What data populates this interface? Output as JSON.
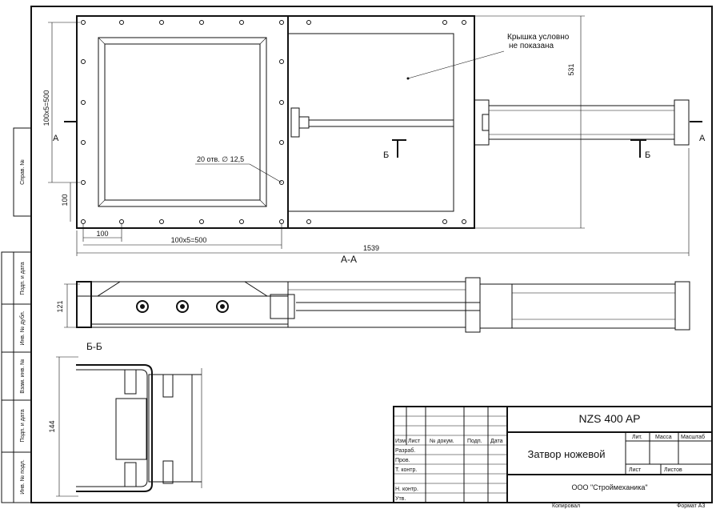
{
  "side_labels": [
    "Справ. №",
    "Подп. и дата",
    "Инв. № дубл.",
    "Взам. инв. №",
    "Подп. и дата",
    "Инв. № подл."
  ],
  "annotations": {
    "cover_note_1": "Крышка условно",
    "cover_note_2": "не показана",
    "holes_note": "20 отв. ∅ 12,5",
    "dim_height_pitch": "100x5=500",
    "dim_100_v": "100",
    "dim_100_h": "100",
    "dim_width_pitch": "100x5=500",
    "dim_total_length": "1539",
    "dim_531": "531",
    "dim_121": "121",
    "dim_144": "144",
    "section_aa": "А-А",
    "section_bb": "Б-Б",
    "cut_a": "А",
    "cut_b": "Б"
  },
  "title_block": {
    "code": "NZS 400 AP",
    "name": "Затвор ножевой",
    "company": "ООО \"Строймеханика\"",
    "head": [
      "Изм.",
      "Лист",
      "№ докум.",
      "Подп.",
      "Дата"
    ],
    "rows": [
      "Разраб.",
      "Пров.",
      "Т. контр.",
      "Н. контр.",
      "Утв."
    ],
    "lit": "Лит.",
    "mass": "Масса",
    "scale": "Масштаб",
    "sheet": "Лист",
    "sheets": "Листов"
  },
  "footer": {
    "copied": "Копировал",
    "format": "Формат А3"
  }
}
